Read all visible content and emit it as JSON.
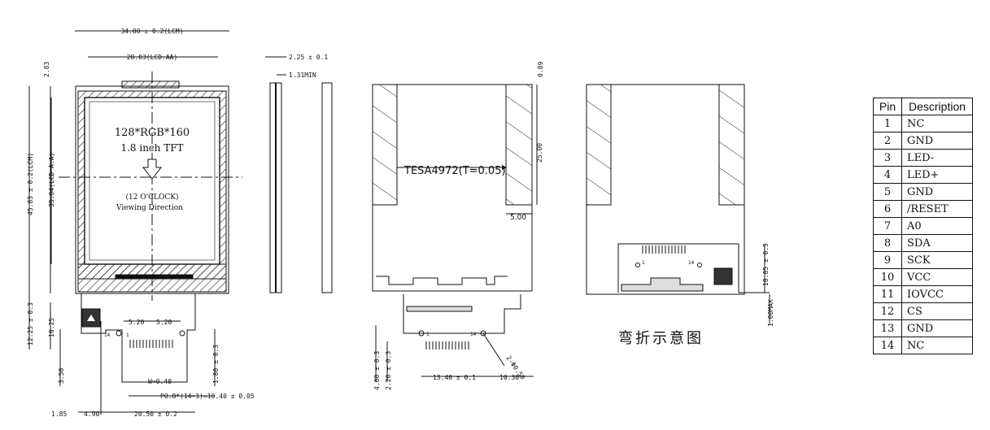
{
  "front_view": {
    "resolution": "128*RGB*160",
    "size": "1.8 inch  TFT",
    "orientation": "(12 O'CLOCK)",
    "viewing": "Viewing Direction",
    "dim_lcm_width": "34.00 ± 0.2(LCM)",
    "dim_aa_width": "28.03(LCD.AA)",
    "dim_top_offset": "2.83",
    "dim_aa_height": "35.04(LCD A.A)",
    "dim_lcm_height": "45.83 ± 0.2(LCM)",
    "dim_tail_height": "12.25 ± 0.3",
    "dim_tail_inner": "10.25",
    "dim_pad": "3.50",
    "dim_left": "1.85",
    "dim_tail_left": "4.90",
    "dim_tail_width": "20.50 ± 0.2",
    "dim_hole_left": "5.20",
    "dim_hole_right": "5.20",
    "dim_pitch_w": "W=0.40",
    "dim_pitch": "P0.8*(14-1)=10.40 ± 0.05",
    "dim_tail_end": "1.80 ± 0.3",
    "pin_1": "1",
    "pin_14": "14"
  },
  "side_view": {
    "dim_thickness": "2.25 ± 0.1",
    "dim_min": "1.31MIN"
  },
  "back_view": {
    "tape": "TESA4972(T=0.05)",
    "dim_top": "0.89",
    "dim_tape_height": "25.00",
    "dim_tape_width": "5.00",
    "dim_a": "4.00 ± 0.3",
    "dim_b": "2.20 ± 0.3",
    "dim_c": "13.40 ± 0.1",
    "dim_d": "10.30",
    "dim_e": "2-Φ0.50",
    "pin_1": "1",
    "pin_14": "14"
  },
  "bent_view": {
    "label": "弯折示意图",
    "dim_right": "10.85 ± 0.5",
    "dim_max": "1.00MAX",
    "pin_1": "1",
    "pin_14": "14"
  },
  "pin_table": {
    "header_pin": "Pin",
    "header_desc": "Description",
    "rows": [
      {
        "pin": "1",
        "desc": "NC"
      },
      {
        "pin": "2",
        "desc": "GND"
      },
      {
        "pin": "3",
        "desc": "LED-"
      },
      {
        "pin": "4",
        "desc": "LED+"
      },
      {
        "pin": "5",
        "desc": "GND"
      },
      {
        "pin": "6",
        "desc": "/RESET"
      },
      {
        "pin": "7",
        "desc": "A0"
      },
      {
        "pin": "8",
        "desc": "SDA"
      },
      {
        "pin": "9",
        "desc": "SCK"
      },
      {
        "pin": "10",
        "desc": "VCC"
      },
      {
        "pin": "11",
        "desc": "IOVCC"
      },
      {
        "pin": "12",
        "desc": "CS"
      },
      {
        "pin": "13",
        "desc": "GND"
      },
      {
        "pin": "14",
        "desc": "NC"
      }
    ]
  }
}
